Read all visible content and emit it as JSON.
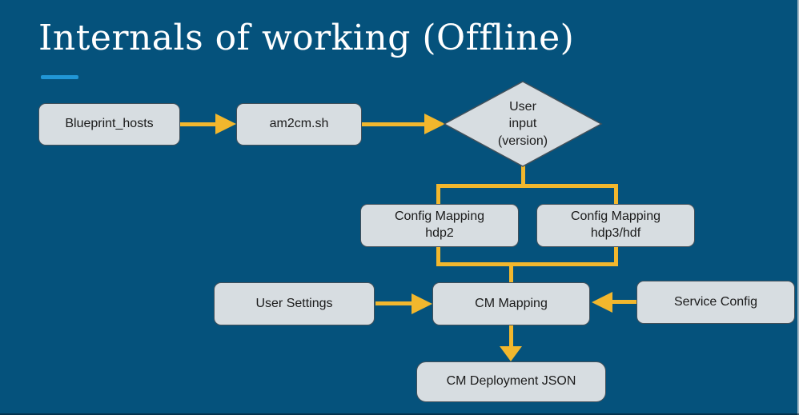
{
  "theme": {
    "background_color": "#05527c",
    "accent_color": "#2196d6",
    "arrow_color": "#f2b72d",
    "node_fill": "#d7dde1",
    "node_border": "#42505a"
  },
  "slide": {
    "title": "Internals of working (Offline)"
  },
  "nodes": {
    "blueprint_hosts": {
      "label": "Blueprint_hosts"
    },
    "am2cm": {
      "label": "am2cm.sh"
    },
    "user_input": {
      "line1": "User",
      "line2": "input",
      "line3": "(version)"
    },
    "config_hdp2": {
      "line1": "Config Mapping",
      "line2": "hdp2"
    },
    "config_hdp3": {
      "line1": "Config Mapping",
      "line2": "hdp3/hdf"
    },
    "user_settings": {
      "label": "User Settings"
    },
    "cm_mapping": {
      "label": "CM Mapping"
    },
    "service_config": {
      "label": "Service Config"
    },
    "cm_deployment": {
      "label": "CM Deployment JSON"
    }
  },
  "edges": [
    {
      "from": "Blueprint_hosts",
      "to": "am2cm.sh"
    },
    {
      "from": "am2cm.sh",
      "to": "User input (version)"
    },
    {
      "from": "User input (version)",
      "to": "Config Mapping hdp2"
    },
    {
      "from": "User input (version)",
      "to": "Config Mapping hdp3/hdf"
    },
    {
      "from": "Config Mapping hdp2",
      "to": "CM Mapping"
    },
    {
      "from": "Config Mapping hdp3/hdf",
      "to": "CM Mapping"
    },
    {
      "from": "User Settings",
      "to": "CM Mapping"
    },
    {
      "from": "Service Config",
      "to": "CM Mapping"
    },
    {
      "from": "CM Mapping",
      "to": "CM Deployment JSON"
    }
  ]
}
